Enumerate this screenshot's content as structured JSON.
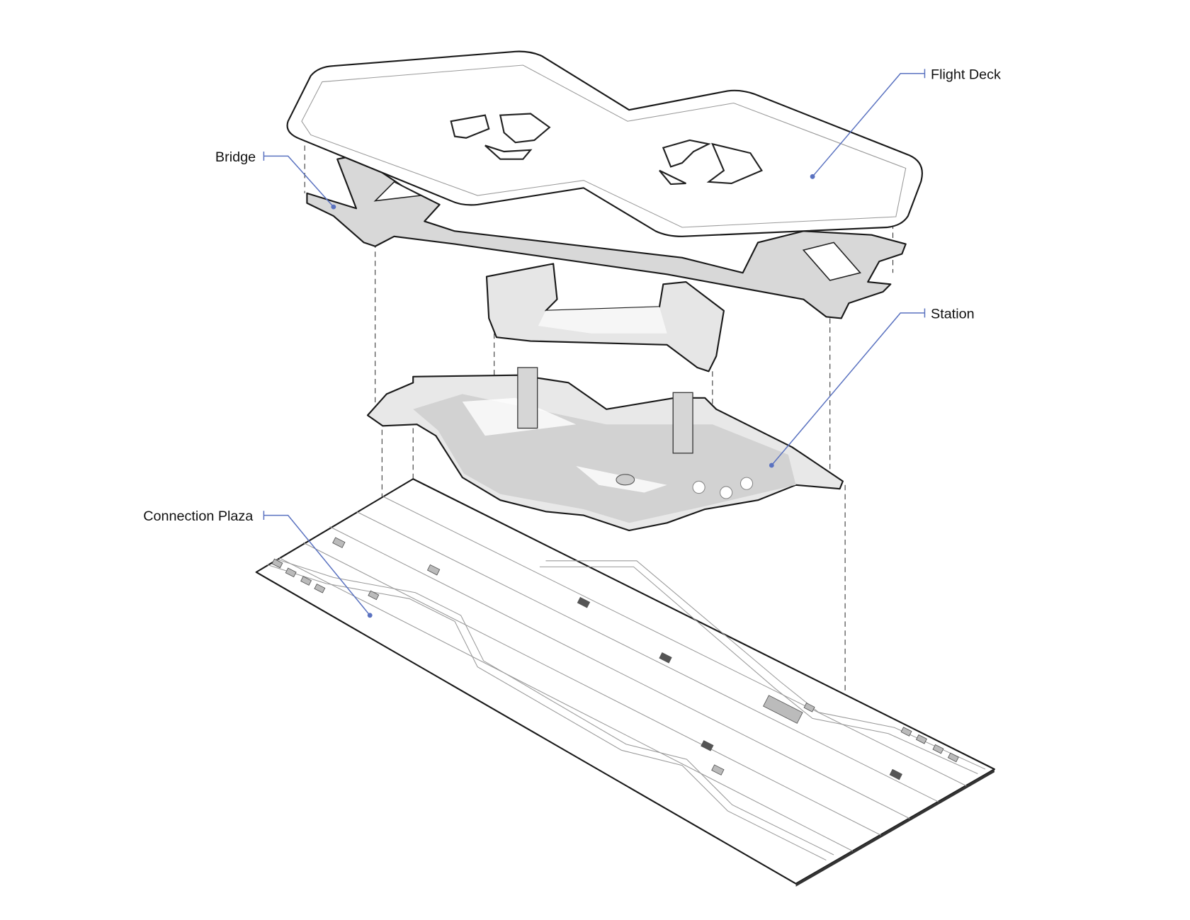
{
  "labels": {
    "flight_deck": "Flight Deck",
    "bridge": "Bridge",
    "station": "Station",
    "connection_plaza": "Connection Plaza"
  },
  "colors": {
    "leader": "#5a72c0",
    "outline": "#1a1a1a",
    "surface": "#e4e4e4"
  }
}
